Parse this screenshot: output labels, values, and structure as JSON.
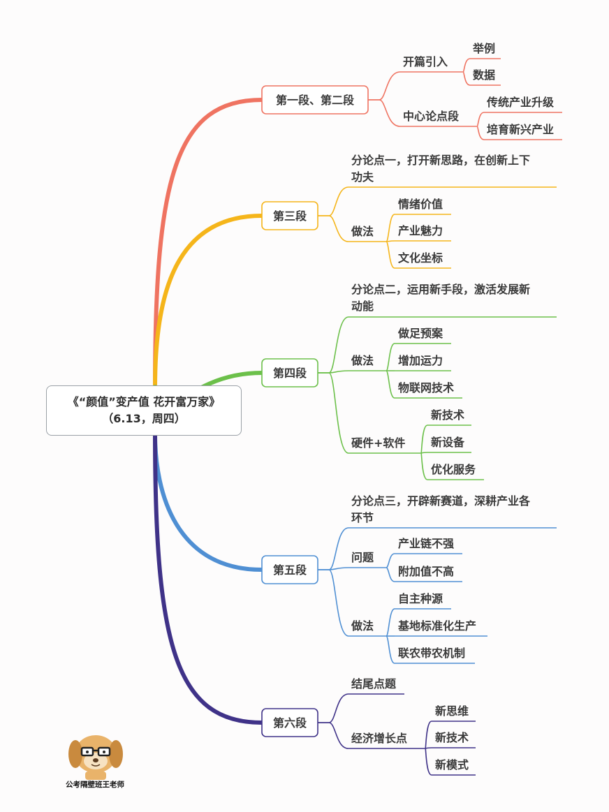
{
  "root": {
    "title": "《“颜值”变产值 花开富万家》",
    "subtitle": "（6.13，周四）"
  },
  "colors": {
    "s1": "#ef7361",
    "s2": "#f5b51a",
    "s3": "#6cc04a",
    "s4": "#4f8fd3",
    "s5": "#3f3288"
  },
  "sections": [
    {
      "label": "第一段、第二段",
      "branches": [
        {
          "label": "开篇引入",
          "children": [
            "举例",
            "数据"
          ]
        },
        {
          "label": "中心论点段",
          "children": [
            "传统产业升级",
            "培育新兴产业"
          ]
        }
      ]
    },
    {
      "label": "第三段",
      "branches": [
        {
          "label": "分论点一，打开新思路，在创新上下功夫",
          "line1": "分论点一，打开新思路，在创新上下",
          "line2": "功夫",
          "children": []
        },
        {
          "label": "做法",
          "children": [
            "情绪价值",
            "产业魅力",
            "文化坐标"
          ]
        }
      ]
    },
    {
      "label": "第四段",
      "branches": [
        {
          "label": "分论点二，运用新手段，激活发展新动能",
          "line1": "分论点二，运用新手段，激活发展新",
          "line2": "动能",
          "children": []
        },
        {
          "label": "做法",
          "children": [
            "做足预案",
            "增加运力",
            "物联网技术"
          ]
        },
        {
          "label": "硬件+软件",
          "children": [
            "新技术",
            "新设备",
            "优化服务"
          ]
        }
      ]
    },
    {
      "label": "第五段",
      "branches": [
        {
          "label": "分论点三，开辟新赛道，深耕产业各环节",
          "line1": "分论点三，开辟新赛道，深耕产业各",
          "line2": "环节",
          "children": []
        },
        {
          "label": "问题",
          "children": [
            "产业链不强",
            "附加值不高"
          ]
        },
        {
          "label": "做法",
          "children": [
            "自主种源",
            "基地标准化生产",
            "联农带农机制"
          ]
        }
      ]
    },
    {
      "label": "第六段",
      "branches": [
        {
          "label": "结尾点题",
          "children": []
        },
        {
          "label": "经济增长点",
          "children": [
            "新思维",
            "新技术",
            "新模式"
          ]
        }
      ]
    }
  ],
  "watermark": "公考隔壁班王老师"
}
